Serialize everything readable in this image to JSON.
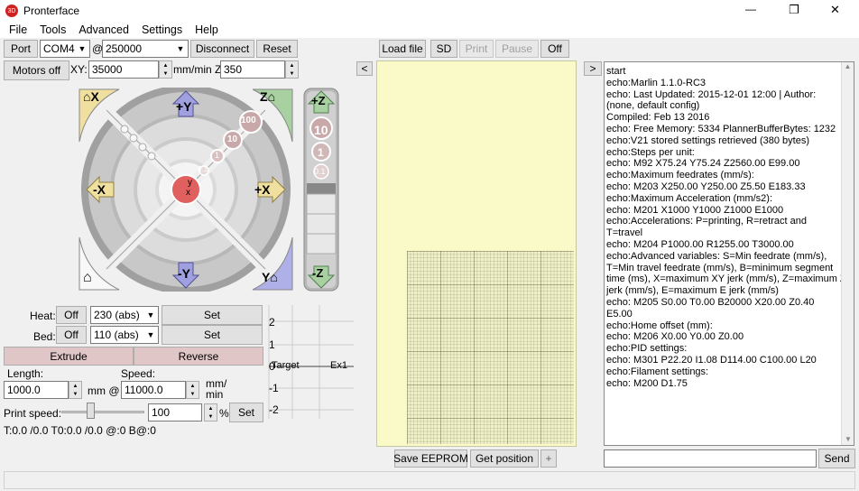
{
  "window": {
    "title": "Pronterface",
    "minimize": "—",
    "maximize": "❐",
    "close": "✕"
  },
  "menu": [
    "File",
    "Tools",
    "Advanced",
    "Settings",
    "Help"
  ],
  "conn": {
    "port_label": "Port",
    "port_value": "COM4",
    "at": "@",
    "baud_value": "250000",
    "disconnect": "Disconnect",
    "reset": "Reset"
  },
  "motors": {
    "motors_off": "Motors off",
    "xy_label": "XY:",
    "xy_value": "35000",
    "mmmin_z": "mm/min Z:",
    "z_value": "350"
  },
  "jog": {
    "home_x": "X",
    "home_z": "Z",
    "home_all": "",
    "home_y": "Y",
    "plus_y": "+Y",
    "minus_y": "-Y",
    "minus_x": "-X",
    "plus_x": "+X",
    "step_100": "100",
    "step_10": "10",
    "step_1": "1",
    "step_01": "0.1",
    "center_y": "y",
    "center_x": "x",
    "z_plus": "+Z",
    "z_minus": "-Z",
    "z_10": "10",
    "z_1": "1",
    "z_01": "0.1"
  },
  "temps": {
    "heat_label": "Heat:",
    "heat_off": "Off",
    "heat_value": "230 (abs)",
    "heat_set": "Set",
    "bed_label": "Bed:",
    "bed_off": "Off",
    "bed_value": "110 (abs)",
    "bed_set": "Set"
  },
  "extrude": {
    "extrude": "Extrude",
    "reverse": "Reverse",
    "length_label": "Length:",
    "length_value": "1000.0",
    "mm_at": "mm @",
    "speed_label": "Speed:",
    "speed_value": "11000.0",
    "mm_min": "mm/\nmin",
    "print_speed_label": "Print speed:",
    "print_speed_value": "100",
    "percent": "%",
    "set": "Set"
  },
  "status_line": "T:0.0 /0.0 T0:0.0 /0.0 @:0 B@:0",
  "graph": {
    "ticks": [
      "2",
      "1",
      "0",
      "-1",
      "-2"
    ],
    "target_label": "Target",
    "ex_label": "Ex1"
  },
  "center_toolbar": {
    "collapse": "<",
    "load_file": "Load file",
    "sd": "SD",
    "print": "Print",
    "pause": "Pause",
    "off": "Off"
  },
  "center_bottom": {
    "save_eeprom": "Save EEPROM",
    "get_position": "Get position",
    "plus": "+"
  },
  "right": {
    "expand": ">",
    "send": "Send",
    "command_value": ""
  },
  "log": [
    "start",
    "echo:Marlin 1.1.0-RC3",
    "echo: Last Updated: 2015-12-01 12:00 | Author:",
    "(none, default config)",
    "Compiled: Feb 13 2016",
    "echo: Free Memory: 5334  PlannerBufferBytes: 1232",
    "echo:V21 stored settings retrieved (380 bytes)",
    "echo:Steps per unit:",
    "echo:  M92 X75.24 Y75.24 Z2560.00 E99.00",
    "echo:Maximum feedrates (mm/s):",
    "echo:  M203 X250.00 Y250.00 Z5.50 E183.33",
    "echo:Maximum Acceleration (mm/s2):",
    "echo:  M201 X1000 Y1000 Z1000 E1000",
    "echo:Accelerations: P=printing, R=retract and",
    "T=travel",
    "echo:  M204 P1000.00 R1255.00 T3000.00",
    "echo:Advanced variables: S=Min feedrate (mm/s),",
    "T=Min travel feedrate (mm/s), B=minimum segment",
    "time (ms), X=maximum XY jerk (mm/s),  Z=maximum Z",
    "jerk (mm/s),  E=maximum E jerk (mm/s)",
    "echo:  M205 S0.00 T0.00 B20000 X20.00 Z0.40",
    "E5.00",
    "echo:Home offset (mm):",
    "echo:  M206 X0.00 Y0.00 Z0.00",
    "echo:PID settings:",
    "echo:  M301 P22.20 I1.08 D114.00 C100.00 L20",
    "echo:Filament settings:",
    "echo:  M200 D1.75"
  ],
  "colors": {
    "plate": "#fafac8",
    "grid": "#6e6e50",
    "extrude_btn": "#e0c6c6",
    "log_bg": "#ffffff"
  }
}
